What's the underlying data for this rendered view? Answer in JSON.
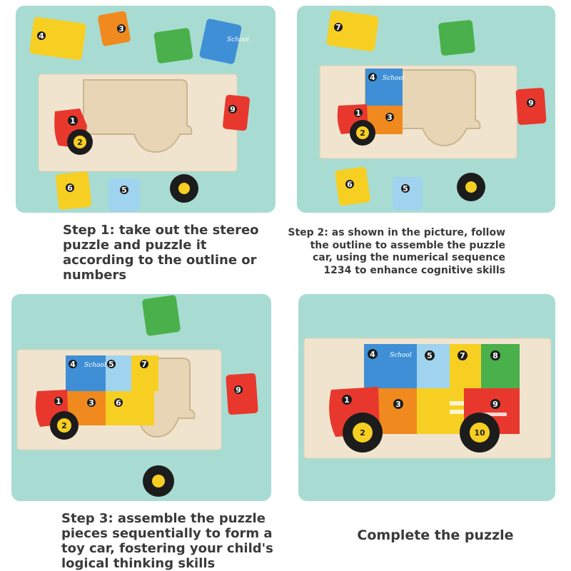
{
  "steps": [
    {
      "caption": "Step 1: take out the stereo puzzle and puzzle it according to the outline or numbers"
    },
    {
      "caption": "Step 2: as shown in the picture, follow the outline to assemble the puzzle car, using the numerical sequence 1234 to enhance cognitive skills"
    },
    {
      "caption": "Step 3: assemble the puzzle pieces sequentially to form a toy car, fostering your child's logical thinking skills"
    },
    {
      "caption": "Complete the puzzle"
    }
  ],
  "puzzle": {
    "sign_text": "School",
    "piece_numbers": [
      "1",
      "2",
      "3",
      "4",
      "5",
      "6",
      "7",
      "8",
      "9",
      "10"
    ]
  },
  "colors": {
    "background": "#a8dcd2",
    "board": "#f1e4cf",
    "red": "#e8382e",
    "orange": "#f08a1e",
    "yellow": "#f7cf22",
    "blue": "#3f8fd6",
    "light_blue": "#9fd3ee",
    "green": "#49b04b",
    "wheel": "#1c1c1c"
  }
}
